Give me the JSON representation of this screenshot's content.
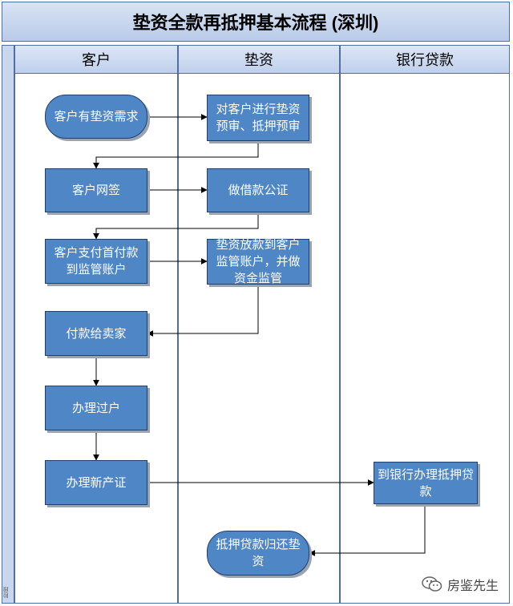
{
  "title": "垫资全款再抵押基本流程 (深圳)",
  "phase_label": "阶段",
  "lanes": [
    {
      "label": "客户"
    },
    {
      "label": "垫资"
    },
    {
      "label": "银行贷款"
    }
  ],
  "nodes": [
    {
      "id": "n1",
      "label": "客户有垫资需求"
    },
    {
      "id": "n2",
      "label": "对客户进行垫资预审、抵押预审"
    },
    {
      "id": "n3",
      "label": "客户网签"
    },
    {
      "id": "n4",
      "label": "做借款公证"
    },
    {
      "id": "n5",
      "label": "客户支付首付款到监管账户"
    },
    {
      "id": "n6",
      "label": "垫资放款到客户监管账户，并做资金监管"
    },
    {
      "id": "n7",
      "label": "付款给卖家"
    },
    {
      "id": "n8",
      "label": "办理过户"
    },
    {
      "id": "n9",
      "label": "办理新产证"
    },
    {
      "id": "n10",
      "label": "到银行办理抵押贷款"
    },
    {
      "id": "n11",
      "label": "抵押贷款归还垫资"
    }
  ],
  "edges": [
    {
      "from": "n1",
      "to": "n2"
    },
    {
      "from": "n2",
      "to": "n3"
    },
    {
      "from": "n3",
      "to": "n4"
    },
    {
      "from": "n4",
      "to": "n5"
    },
    {
      "from": "n5",
      "to": "n6"
    },
    {
      "from": "n6",
      "to": "n7"
    },
    {
      "from": "n7",
      "to": "n8"
    },
    {
      "from": "n8",
      "to": "n9"
    },
    {
      "from": "n9",
      "to": "n10"
    },
    {
      "from": "n10",
      "to": "n11"
    }
  ],
  "watermark": {
    "text": "房鉴先生",
    "icon": "wechat-icon"
  }
}
